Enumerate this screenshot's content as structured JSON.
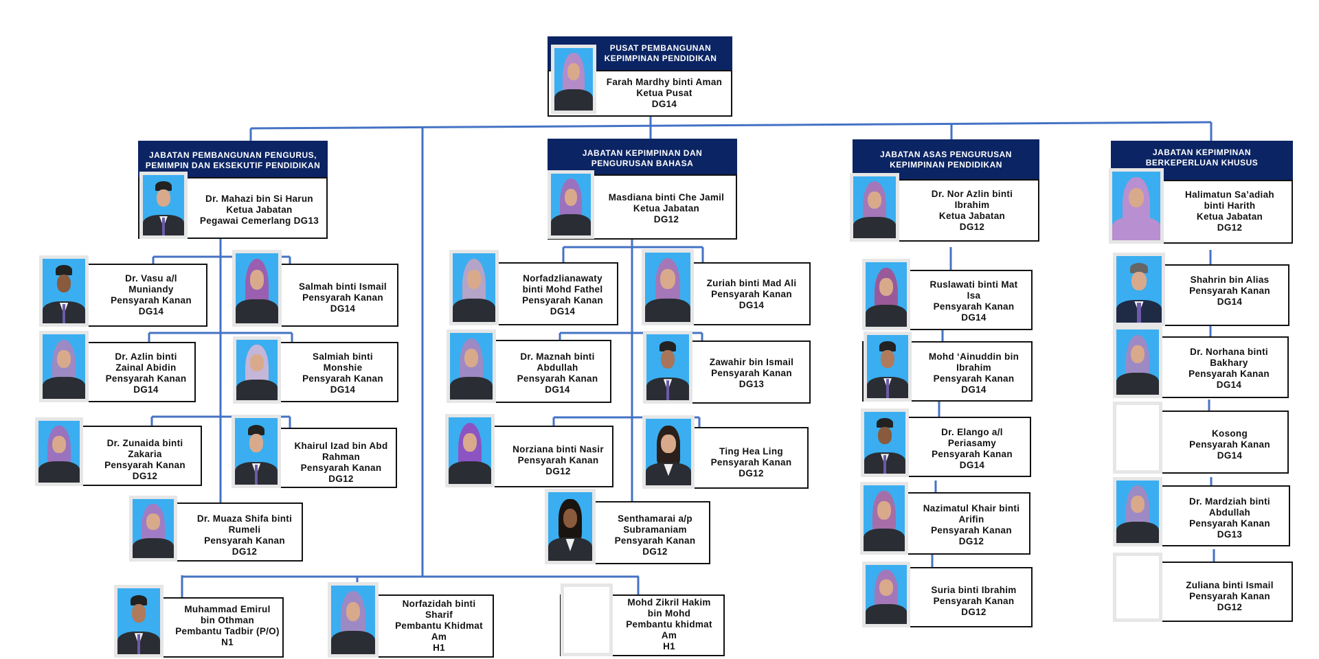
{
  "colors": {
    "header_bg": "#0b2463",
    "connector": "#4472c4",
    "photo_bg": "#3aaef0"
  },
  "top": {
    "title_line1": "PUSAT PEMBANGUNAN",
    "title_line2": "KEPIMPINAN PENDIDIKAN",
    "name": "Farah Mardhy binti Aman",
    "role": "Ketua Pusat",
    "grade": "DG14"
  },
  "departments": [
    {
      "title_line1": "JABATAN PEMBANGUNAN PENGURUS,",
      "title_line2": "PEMIMPIN DAN EKSEKUTIF PENDIDIKAN",
      "head": {
        "name": "Dr. Mahazi bin Si Harun",
        "role": "Ketua Jabatan",
        "grade": "Pegawai Cemerlang DG13"
      },
      "staff": [
        {
          "name1": "Dr. Vasu a/l",
          "name2": "Muniandy",
          "role": "Pensyarah Kanan",
          "grade": "DG14"
        },
        {
          "name1": "Salmah binti Ismail",
          "name2": "",
          "role": "Pensyarah Kanan",
          "grade": "DG14"
        },
        {
          "name1": "Dr. Azlin binti",
          "name2": "Zainal Abidin",
          "role": "Pensyarah Kanan",
          "grade": "DG14"
        },
        {
          "name1": "Salmiah binti",
          "name2": "Monshie",
          "role": "Pensyarah Kanan",
          "grade": "DG14"
        },
        {
          "name1": "Dr. Zunaida binti",
          "name2": "Zakaria",
          "role": "Pensyarah Kanan",
          "grade": "DG12"
        },
        {
          "name1": "Khairul Izad bin Abd",
          "name2": "Rahman",
          "role": "Pensyarah Kanan",
          "grade": "DG12"
        },
        {
          "name1": "Dr. Muaza Shifa binti",
          "name2": "Rumeli",
          "role": "Pensyarah Kanan",
          "grade": "DG12"
        }
      ]
    },
    {
      "title_line1": "JABATAN KEPIMPINAN DAN",
      "title_line2": "PENGURUSAN BAHASA",
      "head": {
        "name": "Masdiana binti Che Jamil",
        "role": "Ketua Jabatan",
        "grade": "DG12"
      },
      "staff": [
        {
          "name1": "Norfadzlianawaty",
          "name2": "binti Mohd Fathel",
          "role": "Pensyarah Kanan",
          "grade": "DG14"
        },
        {
          "name1": "Zuriah binti Mad Ali",
          "name2": "",
          "role": "Pensyarah Kanan",
          "grade": "DG14"
        },
        {
          "name1": "Dr. Maznah binti",
          "name2": "Abdullah",
          "role": "Pensyarah Kanan",
          "grade": "DG14"
        },
        {
          "name1": "Zawahir bin Ismail",
          "name2": "",
          "role": "Pensyarah Kanan",
          "grade": "DG13"
        },
        {
          "name1": "Norziana binti Nasir",
          "name2": "",
          "role": "Pensyarah Kanan",
          "grade": "DG12"
        },
        {
          "name1": "Ting Hea Ling",
          "name2": "",
          "role": "Pensyarah Kanan",
          "grade": "DG12"
        },
        {
          "name1": "Senthamarai a/p",
          "name2": "Subramaniam",
          "role": "Pensyarah Kanan",
          "grade": "DG12"
        }
      ]
    },
    {
      "title_line1": "JABATAN ASAS PENGURUSAN",
      "title_line2": "KEPIMPINAN PENDIDIKAN",
      "head": {
        "name1": "Dr. Nor Azlin binti",
        "name2": "Ibrahim",
        "role": "Ketua Jabatan",
        "grade": "DG12"
      },
      "staff": [
        {
          "name1": "Ruslawati binti Mat",
          "name2": "Isa",
          "role": "Pensyarah Kanan",
          "grade": "DG14"
        },
        {
          "name1": "Mohd ‘Ainuddin bin",
          "name2": "Ibrahim",
          "role": "Pensyarah Kanan",
          "grade": "DG14"
        },
        {
          "name1": "Dr. Elango a/l",
          "name2": "Periasamy",
          "role": "Pensyarah Kanan",
          "grade": "DG14"
        },
        {
          "name1": "Nazimatul Khair binti",
          "name2": "Arifin",
          "role": "Pensyarah Kanan",
          "grade": "DG12"
        },
        {
          "name1": "Suria binti Ibrahim",
          "name2": "",
          "role": "Pensyarah Kanan",
          "grade": "DG12"
        }
      ]
    },
    {
      "title_line1": "JABATAN KEPIMPINAN",
      "title_line2": "BERKEPERLUAN KHUSUS",
      "head": {
        "name1": "Halimatun  Sa’adiah",
        "name2": "binti Harith",
        "role": "Ketua Jabatan",
        "grade": "DG12"
      },
      "staff": [
        {
          "name1": "Shahrin bin Alias",
          "name2": "",
          "role": "Pensyarah Kanan",
          "grade": "DG14"
        },
        {
          "name1": "Dr. Norhana binti",
          "name2": "Bakhary",
          "role": "Pensyarah Kanan",
          "grade": "DG14"
        },
        {
          "name1": "Kosong",
          "name2": "",
          "role": "Pensyarah Kanan",
          "grade": "DG14"
        },
        {
          "name1": "Dr. Mardziah binti",
          "name2": "Abdullah",
          "role": "Pensyarah Kanan",
          "grade": "DG13"
        },
        {
          "name1": "Zuliana binti Ismail",
          "name2": "",
          "role": "Pensyarah Kanan",
          "grade": "DG12"
        }
      ]
    }
  ],
  "support_staff": [
    {
      "name1": "Muhammad Emirul",
      "name2": "bin Othman",
      "role": "Pembantu Tadbir (P/O)",
      "role2": "",
      "grade": "N1"
    },
    {
      "name1": "Norfazidah binti",
      "name2": "Sharif",
      "role": "Pembantu Khidmat",
      "role2": "Am",
      "grade": "H1"
    },
    {
      "name1": "Mohd Zikril Hakim",
      "name2": "bin Mohd",
      "role": "Pembantu khidmat",
      "role2": "Am",
      "grade": "H1"
    }
  ]
}
